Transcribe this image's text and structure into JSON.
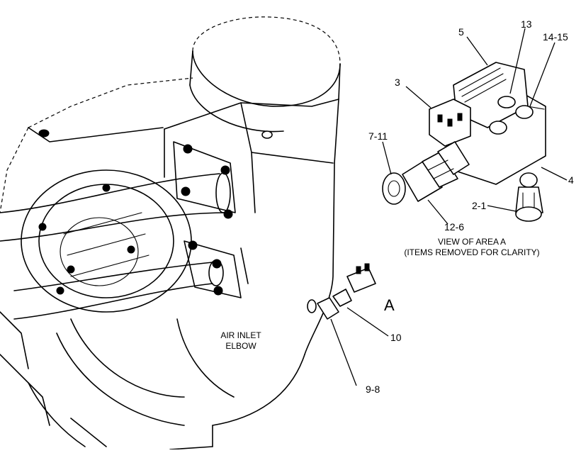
{
  "callouts": {
    "c5": "5",
    "c13": "13",
    "c14_15": "14-15",
    "c3": "3",
    "c7_11": "7-11",
    "c4": "4",
    "c2_1": "2-1",
    "c12_6": "12-6",
    "c10": "10",
    "c9_8": "9-8"
  },
  "view_caption": {
    "line1": "VIEW OF AREA  A",
    "line2": "(ITEMS REMOVED FOR CLARITY)"
  },
  "area_marker": "A",
  "elbow_label": {
    "line1": "AIR INLET",
    "line2": "ELBOW"
  }
}
